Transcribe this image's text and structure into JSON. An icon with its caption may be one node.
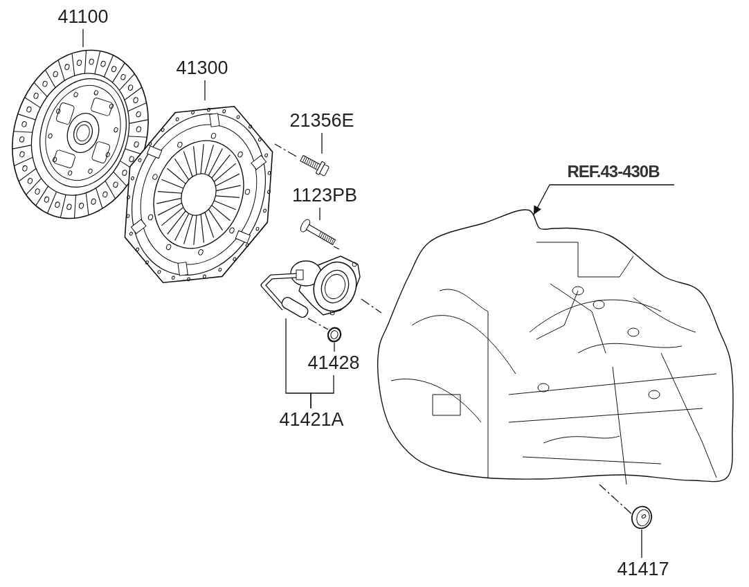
{
  "diagram": {
    "nodes": [
      {
        "text": [
          "41100"
        ]
      },
      {
        "text": [],
        "shape": "picture"
      },
      {
        "text": [
          "41300"
        ]
      },
      {
        "text": [],
        "shape": "picture"
      },
      {
        "text": [
          "21356E"
        ]
      },
      {
        "text": [],
        "shape": "picture"
      },
      {
        "text": [
          "1123PB"
        ]
      },
      {
        "text": [],
        "shape": "picture"
      },
      {
        "text": [],
        "shape": "picture"
      },
      {
        "text": [
          "41428"
        ]
      },
      {
        "text": [],
        "shape": "picture"
      },
      {
        "text": [
          "41421A"
        ]
      },
      {
        "text": [
          "REF.43-430B"
        ]
      },
      {
        "text": [],
        "shape": "picture"
      },
      {
        "text": [
          "41417"
        ]
      },
      {
        "text": [],
        "shape": "picture"
      }
    ],
    "edges": [
      {
        "from": 0,
        "to": 1,
        "arrow": "none"
      },
      {
        "from": 2,
        "to": 3,
        "arrow": "none"
      },
      {
        "from": 4,
        "to": 5,
        "arrow": "none"
      },
      {
        "from": 6,
        "to": 7,
        "arrow": "none"
      },
      {
        "from": 9,
        "to": 10,
        "arrow": "none"
      },
      {
        "from": 11,
        "to": 8,
        "arrow": "none"
      },
      {
        "from": 11,
        "to": 9,
        "arrow": "none"
      },
      {
        "from": 12,
        "to": 13,
        "arrow": "to"
      },
      {
        "from": 14,
        "to": 15,
        "arrow": "none"
      },
      {
        "from": 5,
        "to": 3,
        "arrow": "none",
        "style": "dashed"
      },
      {
        "from": 7,
        "to": 8,
        "arrow": "none",
        "style": "dashed"
      },
      {
        "from": 8,
        "to": 13,
        "arrow": "none",
        "style": "dashed"
      },
      {
        "from": 8,
        "to": 10,
        "arrow": "none",
        "style": "dashed"
      },
      {
        "from": 15,
        "to": 13,
        "arrow": "none",
        "style": "dashed"
      }
    ]
  }
}
